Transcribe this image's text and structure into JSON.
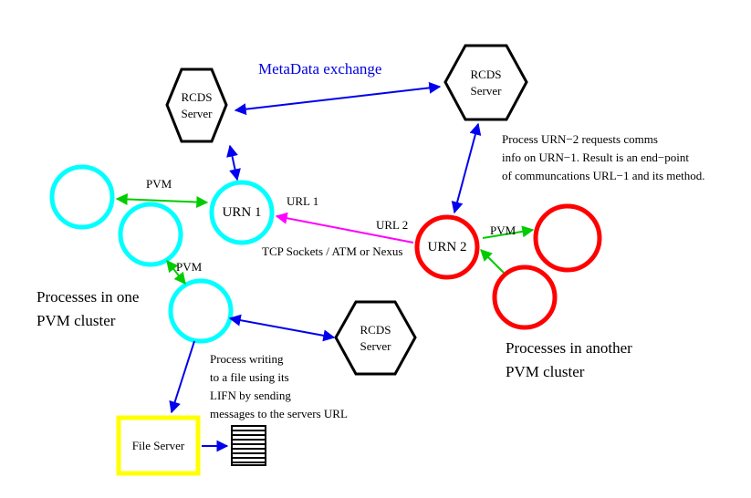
{
  "title": "MetaData exchange",
  "colors": {
    "arrow_blue": "#0000ee",
    "arrow_green": "#00cc00",
    "arrow_magenta": "#ff00ff",
    "node_cyan": "#00ffff",
    "node_red": "#ff0000",
    "file_server_yellow": "#ffff00",
    "hexagon_stroke": "#000000",
    "title_blue": "#0000dd",
    "text": "#000000"
  },
  "hexagons": {
    "top_left": {
      "line1": "RCDS",
      "line2": "Server"
    },
    "top_right": {
      "line1": "RCDS",
      "line2": "Server"
    },
    "bottom": {
      "line1": "RCDS",
      "line2": "Server"
    }
  },
  "nodes": {
    "urn1_label": "URN 1",
    "urn2_label": "URN 2",
    "file_server_label": "File Server"
  },
  "labels": {
    "pvm_left": "PVM",
    "pvm_mid": "PVM",
    "pvm_right": "PVM",
    "url1": "URL 1",
    "url2": "URL 2",
    "transport": "TCP Sockets / ATM or Nexus"
  },
  "notes": {
    "comms": {
      "line1": "Process URN−2 requests comms",
      "line2": "info on URN−1. Result is an end−point",
      "line3": "of communcations URL−1 and its method."
    },
    "file_write": {
      "line1": "Process writing",
      "line2": "to a file using its",
      "line3": "LIFN by sending",
      "line4": "messages to the servers URL"
    },
    "cluster_left": {
      "line1": "Processes in one",
      "line2": "PVM cluster"
    },
    "cluster_right": {
      "line1": "Processes in another",
      "line2": "PVM cluster"
    }
  },
  "icons": {
    "disk": "striped-storage-stack-icon"
  }
}
